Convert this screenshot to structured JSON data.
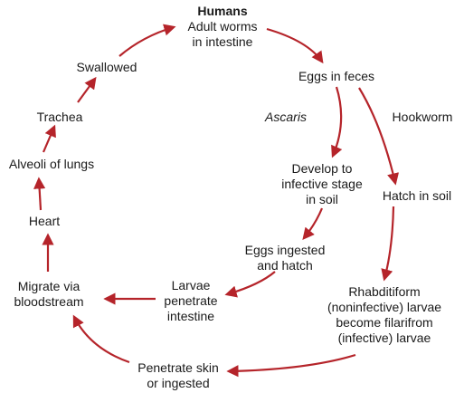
{
  "colors": {
    "arrow": "#b5242a",
    "text": "#1a1a1a",
    "background": "#ffffff"
  },
  "header": {
    "title": "Humans"
  },
  "nodes": {
    "adult_worms": [
      "Adult worms",
      "in intestine"
    ],
    "eggs_feces": [
      "Eggs in feces"
    ],
    "develop_infective": [
      "Develop to",
      "infective stage",
      "in soil"
    ],
    "eggs_ingested": [
      "Eggs ingested",
      "and hatch"
    ],
    "larvae_penetrate": [
      "Larvae",
      "penetrate",
      "intestine"
    ],
    "migrate": [
      "Migrate via",
      "bloodstream"
    ],
    "heart": [
      "Heart"
    ],
    "alveoli": [
      "Alveoli of lungs"
    ],
    "trachea": [
      "Trachea"
    ],
    "swallowed": [
      "Swallowed"
    ],
    "hatch_soil": [
      "Hatch in soil"
    ],
    "rhabditiform": [
      "Rhabditiform",
      "(noninfective) larvae",
      "become filarifrom",
      "(infective) larvae"
    ],
    "penetrate_skin": [
      "Penetrate skin",
      "or ingested"
    ]
  },
  "branches": {
    "ascaris": "Ascaris",
    "hookworm": "Hookworm"
  }
}
